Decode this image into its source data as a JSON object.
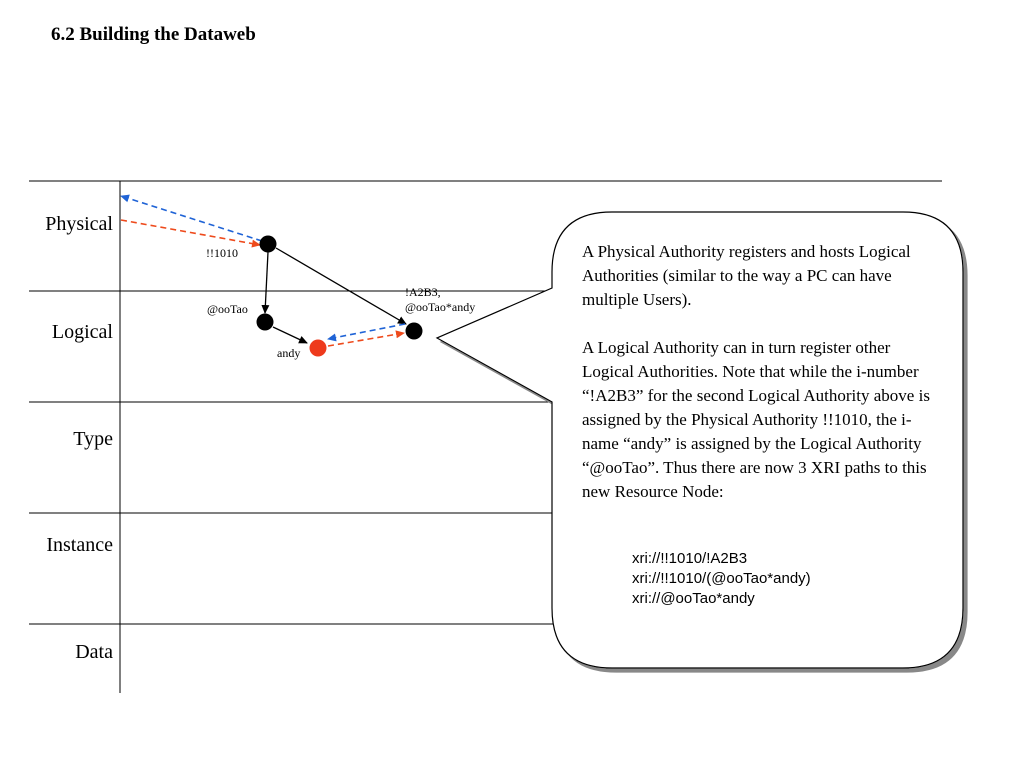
{
  "slide": {
    "title": "6.2 Building the Dataweb"
  },
  "layers": [
    {
      "label": "Physical"
    },
    {
      "label": "Logical"
    },
    {
      "label": "Type"
    },
    {
      "label": "Instance"
    },
    {
      "label": "Data"
    }
  ],
  "nodes": {
    "physical_authority": {
      "label": "!!1010",
      "color": "#000000"
    },
    "logical_ootao": {
      "label": "@ooTao",
      "color": "#000000"
    },
    "resource_andy": {
      "label": "andy",
      "color": "#ee3a1c"
    },
    "logical_a2b3": {
      "label_line1": "!A2B3,",
      "label_line2": "@ooTao*andy",
      "color": "#000000"
    }
  },
  "colors": {
    "blue_dashed": "#1f63d6",
    "red_dashed": "#ee4a1c",
    "grid_lines": "#000000"
  },
  "callout": {
    "paragraph_1": "A Physical Authority registers and hosts Logical Authorities (similar to the way a PC can have multiple Users).",
    "paragraph_2": "A Logical Authority can in turn register other Logical Authorities. Note that while the i-number “!A2B3” for the second Logical Authority above is assigned by the Physical Authority !!1010, the i-name “andy” is assigned by the Logical Authority “@ooTao”. Thus there are now 3 XRI paths to this new Resource Node:",
    "xri_paths": [
      "xri://!!1010/!A2B3",
      "xri://!!1010/(@ooTao*andy)",
      "xri://@ooTao*andy"
    ]
  }
}
